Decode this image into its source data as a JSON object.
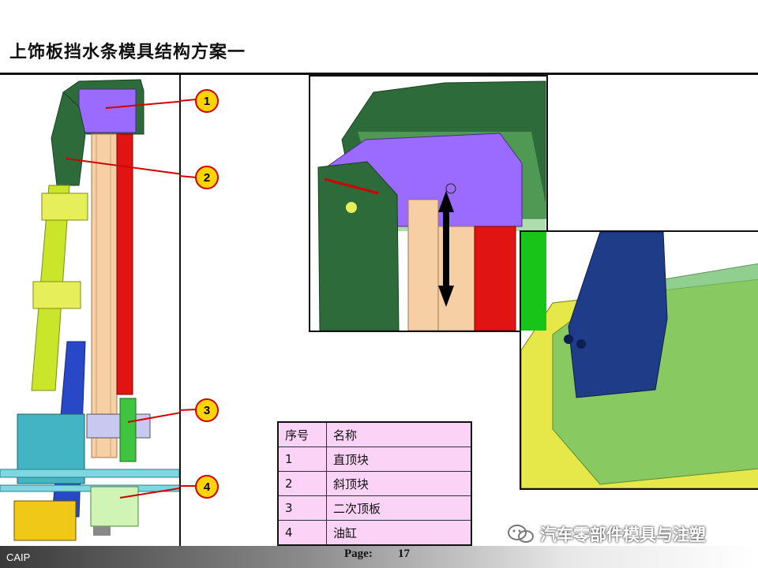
{
  "title": "上饰板挡水条模具结构方案一",
  "callouts": [
    "1",
    "2",
    "3",
    "4"
  ],
  "parts_table": {
    "headers": [
      "序号",
      "名称"
    ],
    "rows": [
      [
        "1",
        "直顶块"
      ],
      [
        "2",
        "斜顶块"
      ],
      [
        "3",
        "二次顶板"
      ],
      [
        "4",
        "油缸"
      ]
    ]
  },
  "footer": {
    "brand": "CAIP",
    "page_label": "Page:",
    "page_number": "17"
  },
  "watermark": "汽车零部件模具与注塑",
  "colors": {
    "lifter_green": "#2e6b3a",
    "slider_purple": "#9b6bff",
    "ejector_peach": "#f7cfa5",
    "red_part": "#e11414",
    "callout_fill": "#ffd400",
    "callout_border": "#d10000",
    "table_bg": "#fbd3f7"
  },
  "icons": [
    "wechat-icon"
  ]
}
